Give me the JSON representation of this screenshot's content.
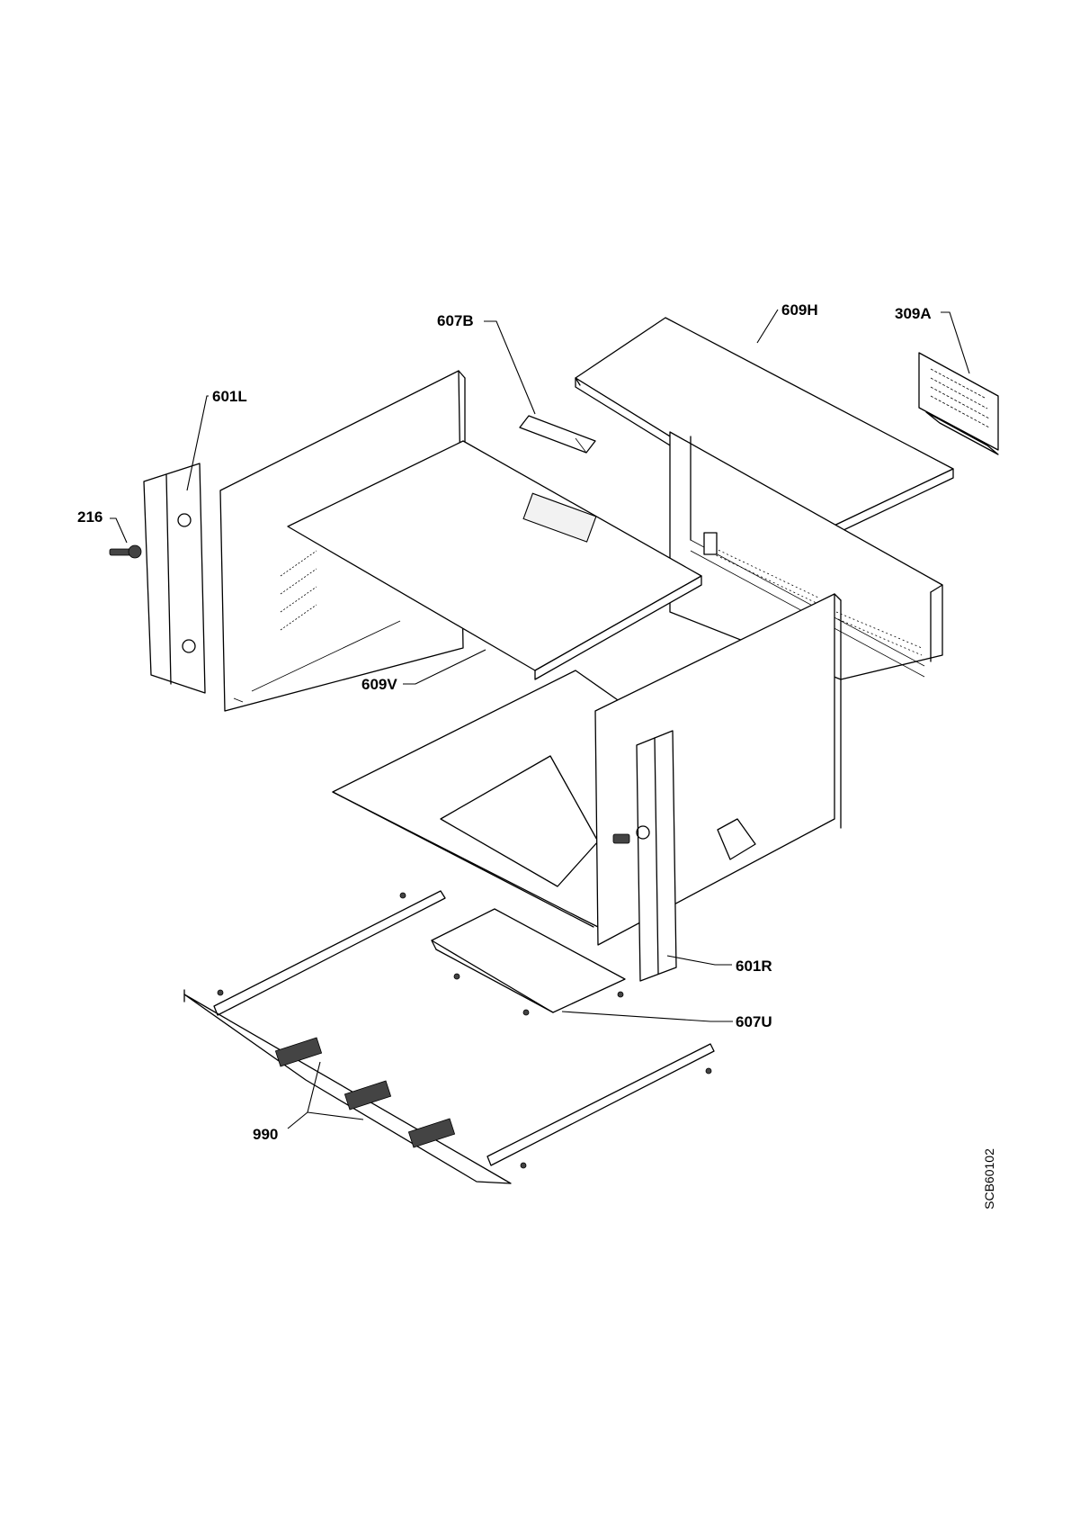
{
  "diagram": {
    "callouts": {
      "p607B": "607B",
      "p609H": "609H",
      "p309A": "309A",
      "p601L": "601L",
      "p216": "216",
      "p609V": "609V",
      "p601R": "601R",
      "p607U": "607U",
      "p990": "990"
    },
    "drawing_code": "SCB60102"
  },
  "colors": {
    "line": "#000000",
    "background": "#ffffff"
  }
}
